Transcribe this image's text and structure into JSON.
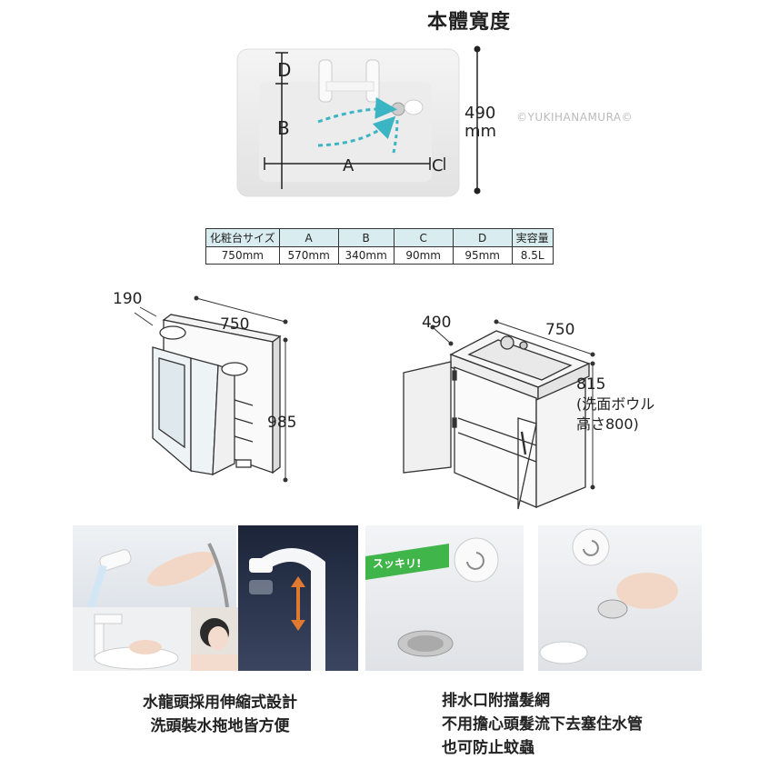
{
  "header": {
    "title": "本體寬度",
    "watermark": "©YUKIHANAMURA©"
  },
  "sink_diagram": {
    "labels": {
      "D": "D",
      "B": "B",
      "A": "A",
      "C": "C"
    },
    "height_value": "490",
    "height_unit": "mm"
  },
  "spec_table": {
    "headers": [
      "化粧台サイズ",
      "A",
      "B",
      "C",
      "D",
      "実容量"
    ],
    "row": [
      "750mm",
      "570mm",
      "340mm",
      "90mm",
      "95mm",
      "8.5L"
    ]
  },
  "mirror_cabinet": {
    "depth": "190",
    "width": "750",
    "height": "985"
  },
  "vanity": {
    "depth": "490",
    "width": "750",
    "height_line1": "815",
    "height_line2": "(洗面ボウル",
    "height_line3": "高さ800)"
  },
  "photos": {
    "drain_callout": "スッキリ!"
  },
  "captions": {
    "left_line1": "水龍頭採用伸縮式設計",
    "left_line2": "洗頭裝水拖地皆方便",
    "right_line1": "排水口附擋髮網",
    "right_line2": "不用擔心頭髮流下去塞住水管",
    "right_line3": "也可防止蚊蟲"
  }
}
